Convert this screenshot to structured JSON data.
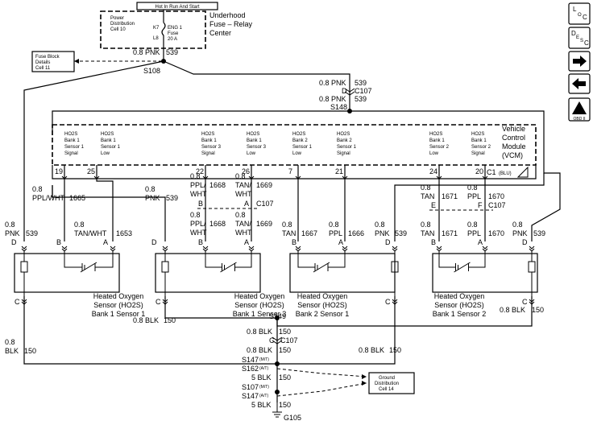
{
  "fuse_block": {
    "hot_label": "Hot In Run And Start",
    "title_lines": [
      "Underhood",
      "Fuse – Relay",
      "Center"
    ],
    "pdc_lines": [
      "Power",
      "Distribution",
      "Cell 10"
    ],
    "k7": "K7",
    "l8": "L8",
    "fuse_lines": [
      "ENG 1",
      "Fuse",
      "20 A"
    ]
  },
  "fuse_detail": {
    "lines": [
      "Fuse Block",
      "Details",
      "Cell 11"
    ]
  },
  "wires": {
    "top_pnk": "0.8 PNK",
    "top_circuit": "539",
    "s108": "S108",
    "mid_pnk_1": "0.8 PNK",
    "mid_circuit_1": "539",
    "d_c107": "D",
    "c107_top": "C107",
    "mid_pnk_2": "0.8 PNK",
    "mid_circuit_2": "539",
    "s148": "S148"
  },
  "vcm": {
    "title_lines": [
      "Vehicle",
      "Control",
      "Module",
      "(VCM)"
    ],
    "c1": "C1",
    "c1_color": "(BLU)",
    "sections": [
      [
        "HO2S",
        "Bank 1",
        "Sensor 1",
        "Signal"
      ],
      [
        "HO2S",
        "Bank 1",
        "Sensor 1",
        "Low"
      ],
      [
        "HO2S",
        "Bank 1",
        "Sensor 3",
        "Signal"
      ],
      [
        "HO2S",
        "Bank 1",
        "Sensor 3",
        "Low"
      ],
      [
        "HO2S",
        "Bank 2",
        "Sensor 1",
        "Low"
      ],
      [
        "HO2S",
        "Bank 2",
        "Sensor 1",
        "Signal"
      ],
      [
        "HO2S",
        "Bank 1",
        "Sensor 2",
        "Low"
      ],
      [
        "HO2S",
        "Bank 1",
        "Sensor 2",
        "Signal"
      ]
    ],
    "pins": [
      "19",
      "25",
      "22",
      "26",
      "7",
      "21",
      "24",
      "20"
    ]
  },
  "labels": {
    "w19_gauge": "0.8",
    "w19_color": "PPL/WHT",
    "w19_circuit": "1665",
    "w_pnk_gauge": "0.8",
    "w_pnk_color": "PNK",
    "w_pnk_circuit": "539",
    "w22_gauge": "0.8",
    "w22_color": [
      "PPL/",
      "WHT"
    ],
    "w22_circuit": "1668",
    "w26_gauge": "0.8",
    "w26_color": [
      "TAN/",
      "WHT"
    ],
    "w26_circuit": "1669",
    "b_pin": "B",
    "a_pin": "A",
    "c107_mid": "C107",
    "w22b_gauge": "0.8",
    "w22b_color": [
      "PPL/",
      "WHT"
    ],
    "w22b_circuit": "1668",
    "w26b_gauge": "0.8",
    "w26b_color": [
      "TAN/",
      "WHT"
    ],
    "w26b_circuit": "1669",
    "w24_gauge": "0.8",
    "w24_color": "TAN",
    "w24_circuit": "1671",
    "w20_gauge": "0.8",
    "w20_color": "PPL",
    "w20_circuit": "1670",
    "e_pin": "E",
    "f_pin": "F",
    "c107_right": "C107",
    "s1_pnk_gauge": "0.8",
    "s1_pnk_color": "PNK",
    "s1_pnk_circuit": "539",
    "d_pin": "D",
    "s1_tan_gauge": "0.8",
    "s1_tan_color": "TAN/WHT",
    "s1_tan_circuit": "1653",
    "b2_tan_gauge": "0.8",
    "b2_tan_color": "TAN",
    "b2_tan_circuit": "1667",
    "b2_ppl_gauge": "0.8",
    "b2_ppl_color": "PPL",
    "b2_ppl_circuit": "1666",
    "b2_pnk_gauge": "0.8",
    "b2_pnk_color": "PNK",
    "b2_pnk_circuit": "539",
    "s2_tan_gauge": "0.8",
    "s2_tan_color": "TAN",
    "s2_tan_circuit": "1671",
    "s2_ppl_gauge": "0.8",
    "s2_ppl_color": "PPL",
    "s2_ppl_circuit": "1670",
    "s2_pnk_gauge": "0.8",
    "s2_pnk_color": "PNK",
    "s2_pnk_circuit": "539",
    "c_pin": "C"
  },
  "sensors": [
    [
      "Heated Oxygen",
      "Sensor (HO2S)",
      "Bank 1 Sensor 1"
    ],
    [
      "Heated Oxygen",
      "Sensor (HO2S)",
      "Bank 1 Sensor 3"
    ],
    [
      "Heated Oxygen",
      "Sensor (HO2S)",
      "Bank 2 Sensor 1"
    ],
    [
      "Heated Oxygen",
      "Sensor (HO2S)",
      "Bank 1 Sensor 2"
    ]
  ],
  "ground": {
    "left_gauge": "0.8",
    "left_color": "BLK",
    "left_circuit": "150",
    "s3_blk": "0.8 BLK",
    "s3_circuit": "150",
    "s149": "S149",
    "blk_a": "0.8 BLK",
    "circuit_a": "150",
    "c_c107": "C",
    "c107": "C107",
    "blk_b": "0.8 BLK",
    "circuit_b": "150",
    "b2_blk": "0.8 BLK",
    "b2_circuit": "150",
    "s2_blk": "0.8 BLK",
    "s2_circuit": "150",
    "s147": "S147",
    "mt": "(M/T)",
    "s162": "S162",
    "at": "(A/T)",
    "blk_c": "5 BLK",
    "circuit_c": "150",
    "s107": "S107",
    "mt2": "(M/T)",
    "s147b": "S147",
    "at2": "(A/T)",
    "blk_d": "5 BLK",
    "circuit_d": "150",
    "g105": "G105",
    "gdc_lines": [
      "Ground",
      "Distribution",
      "Cell 14"
    ]
  },
  "sidebar": {
    "loc": [
      "L",
      "O",
      "C"
    ],
    "desc": [
      "D",
      "E",
      "S",
      "C"
    ],
    "obd": "OBD II"
  }
}
